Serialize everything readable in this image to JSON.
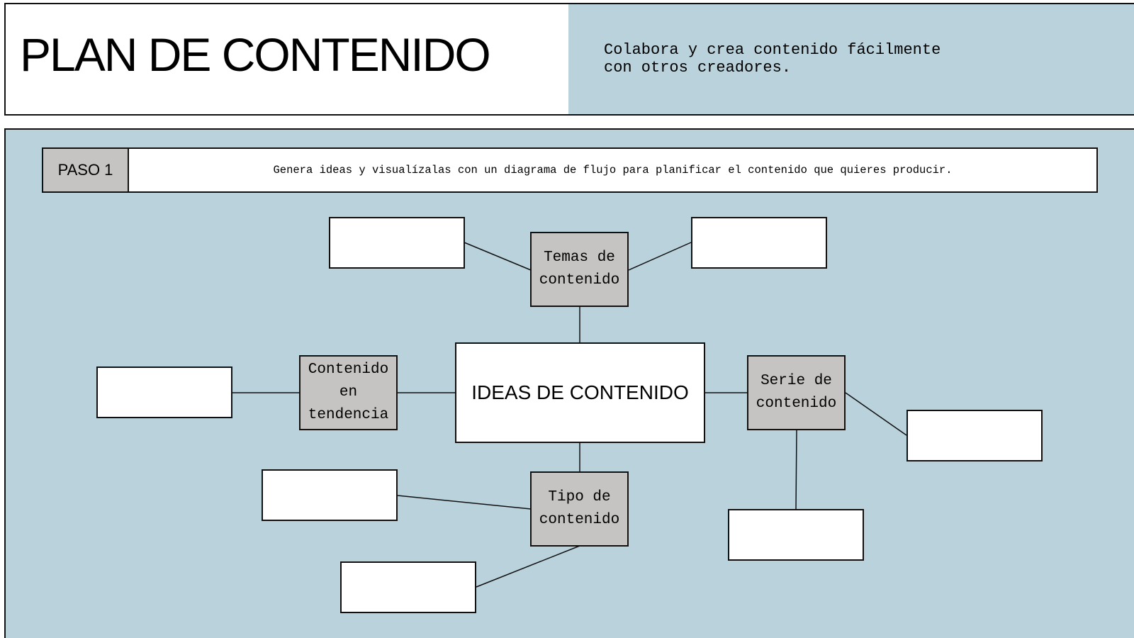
{
  "header": {
    "title": "PLAN DE CONTENIDO",
    "subtitle": "Colabora y crea contenido fácilmente\ncon otros creadores."
  },
  "step": {
    "label": "PASO 1",
    "description": "Genera ideas y visualízalas con un diagrama de flujo para planificar el contenido que quieres producir."
  },
  "diagram": {
    "center": "IDEAS DE CONTENIDO",
    "categories": {
      "temas": "Temas de contenido",
      "tendencia": "Contenido en tendencia",
      "serie": "Serie de contenido",
      "tipo": "Tipo de contenido"
    }
  },
  "colors": {
    "background_blue": "#b9d2dc",
    "category_gray": "#c6c4c2",
    "border": "#111111"
  }
}
